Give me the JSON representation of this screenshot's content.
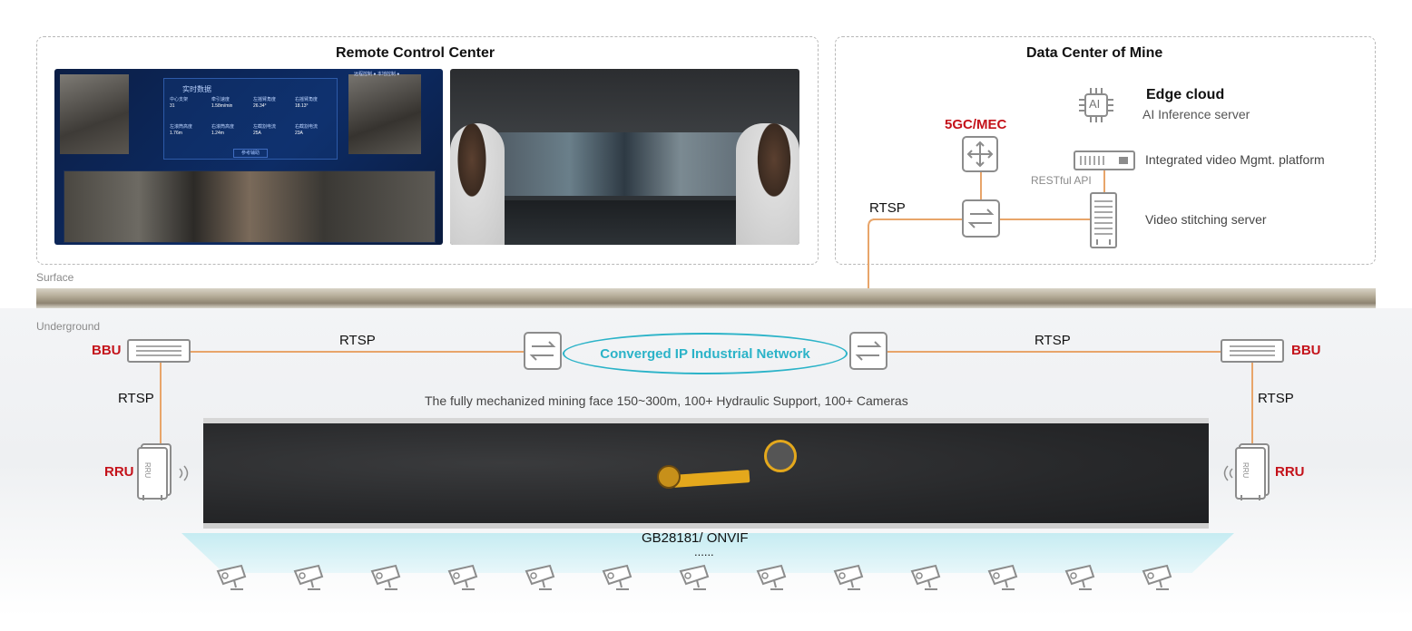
{
  "panels": {
    "remote_control_center": "Remote Control Center",
    "data_center": "Data Center of Mine"
  },
  "dashboard_overlay": {
    "title": "实时数据",
    "items": [
      {
        "name": "中心支架",
        "value": "31"
      },
      {
        "name": "牵引速度",
        "value": "1.58m/min"
      },
      {
        "name": "左摇臂角度",
        "value": "26.34°"
      },
      {
        "name": "右摇臂角度",
        "value": "18.13°"
      },
      {
        "name": "左滚筒高度",
        "value": "1.76m"
      },
      {
        "name": "右滚筒高度",
        "value": "1.24m"
      },
      {
        "name": "左截割电流",
        "value": "25A"
      },
      {
        "name": "右截割电流",
        "value": "23A"
      }
    ],
    "button": "参考辅助",
    "status": [
      "远程控制",
      "本地控制"
    ]
  },
  "data_center": {
    "mec_label": "5GC/MEC",
    "edge_cloud_title": "Edge cloud",
    "edge_cloud_sub": "AI Inference server",
    "ai_chip_text": "AI",
    "video_platform": "Integrated video Mgmt. platform",
    "restful": "RESTful API",
    "stitching": "Video stitching server",
    "rtsp": "RTSP"
  },
  "zones": {
    "surface": "Surface",
    "underground": "Underground"
  },
  "network": {
    "bbu_left": "BBU",
    "bbu_right": "BBU",
    "rtsp_left_horizontal": "RTSP",
    "rtsp_right_horizontal": "RTSP",
    "rtsp_left_vertical": "RTSP",
    "rtsp_right_vertical": "RTSP",
    "converged": "Converged IP Industrial Network",
    "rru_left": "RRU",
    "rru_right": "RRU",
    "rru_device_text": "RRU"
  },
  "mining_face": {
    "description": "The fully mechanized mining face 150~300m, 100+ Hydraulic Support, 100+ Cameras",
    "protocol": "GB28181/ ONVIF",
    "ellipsis": "......"
  },
  "colors": {
    "accent_red": "#c4121a",
    "line_orange": "#e8a56a",
    "teal": "#2bb3c8",
    "icon_grey": "#8c8c8c"
  }
}
